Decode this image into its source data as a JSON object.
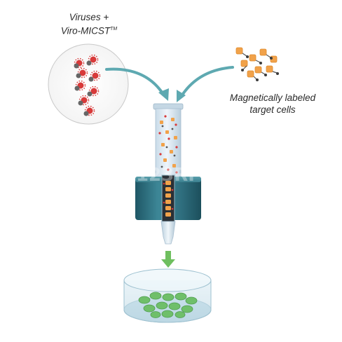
{
  "labels": {
    "viruses_line1": "Viruses +",
    "viruses_line2": "Viro-MICST",
    "viruses_sup": "TM",
    "cells_line1": "Magnetically labeled",
    "cells_line2": "target cells"
  },
  "watermark": "123RF",
  "colors": {
    "arrow_teal": "#5ea9b1",
    "arrow_green": "#6fbf5f",
    "magnet_teal": "#2f6e7e",
    "virus_red": "#d83a3a",
    "cell_orange": "#f1a24a",
    "dish_cells_green": "#6fbf6a"
  }
}
